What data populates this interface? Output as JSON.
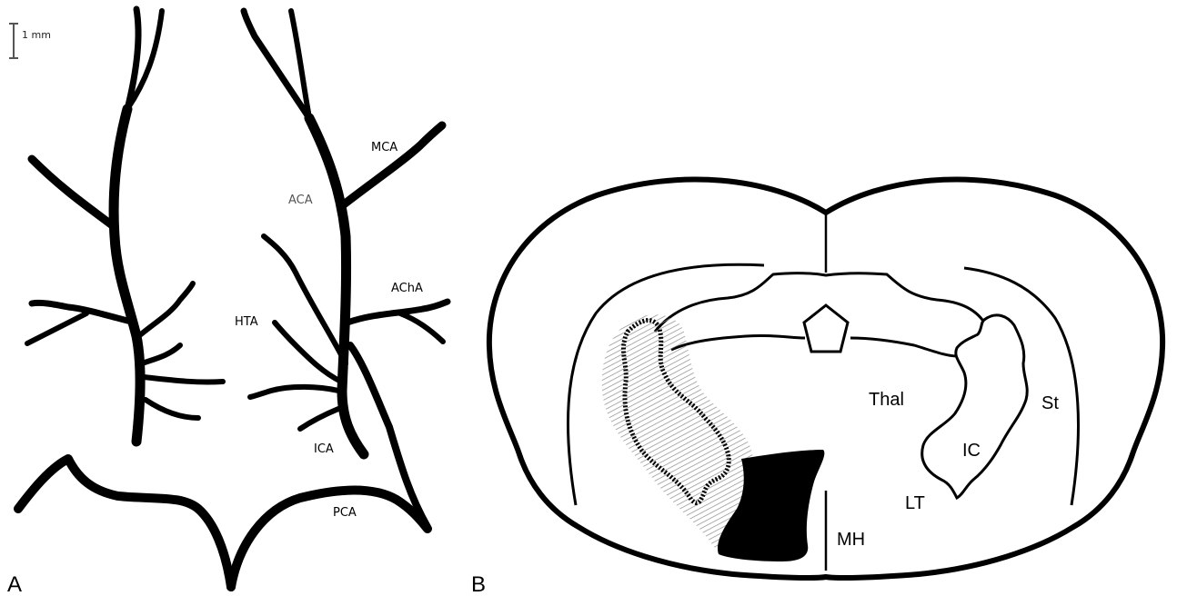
{
  "panel_a": {
    "letter": "A",
    "scale_bar": "1 mm",
    "labels": {
      "mca": "MCA",
      "aca": "ACA",
      "acha": "AChA",
      "hta": "HTA",
      "ica": "ICA",
      "pca": "PCA"
    }
  },
  "panel_b": {
    "letter": "B",
    "labels": {
      "thal": "Thal",
      "st": "St",
      "ic": "IC",
      "lt": "LT",
      "mh": "MH"
    }
  }
}
